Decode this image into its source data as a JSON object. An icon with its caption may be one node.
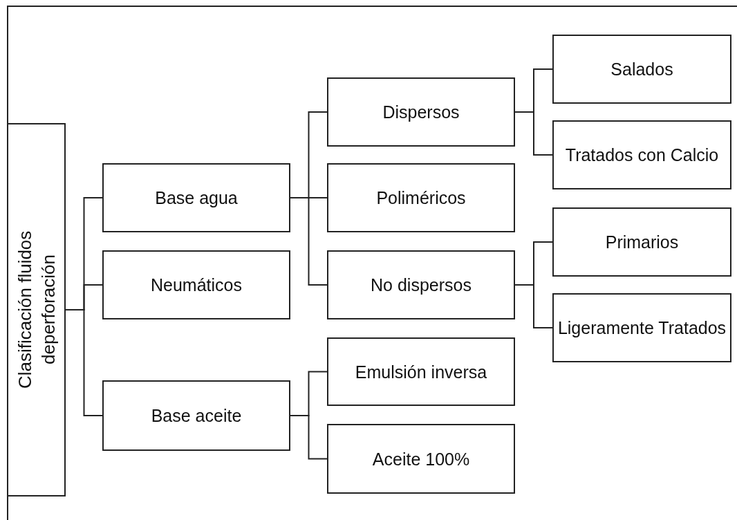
{
  "diagram": {
    "nodes": [
      {
        "text": [
          "Clasificación fluidos deperforación"
        ]
      },
      {
        "text": [
          "Base agua"
        ]
      },
      {
        "text": [
          "Neumáticos"
        ]
      },
      {
        "text": [
          "Base aceite"
        ]
      },
      {
        "text": [
          "Dispersos"
        ]
      },
      {
        "text": [
          "Poliméricos"
        ]
      },
      {
        "text": [
          "No dispersos"
        ]
      },
      {
        "text": [
          "Emulsión inversa"
        ]
      },
      {
        "text": [
          "Aceite 100%"
        ]
      },
      {
        "text": [
          "Salados"
        ]
      },
      {
        "text": [
          "Tratados con Calcio"
        ]
      },
      {
        "text": [
          "Primarios"
        ]
      },
      {
        "text": [
          "Ligeramente Tratados"
        ]
      }
    ],
    "edges": [
      {
        "from": 0,
        "to": 1,
        "arrow": "none"
      },
      {
        "from": 0,
        "to": 2,
        "arrow": "none"
      },
      {
        "from": 0,
        "to": 3,
        "arrow": "none"
      },
      {
        "from": 1,
        "to": 4,
        "arrow": "none"
      },
      {
        "from": 1,
        "to": 5,
        "arrow": "none"
      },
      {
        "from": 1,
        "to": 6,
        "arrow": "none"
      },
      {
        "from": 3,
        "to": 7,
        "arrow": "none"
      },
      {
        "from": 3,
        "to": 8,
        "arrow": "none"
      },
      {
        "from": 4,
        "to": 9,
        "arrow": "none"
      },
      {
        "from": 4,
        "to": 10,
        "arrow": "none"
      },
      {
        "from": 6,
        "to": 11,
        "arrow": "none"
      },
      {
        "from": 6,
        "to": 12,
        "arrow": "none"
      }
    ]
  }
}
